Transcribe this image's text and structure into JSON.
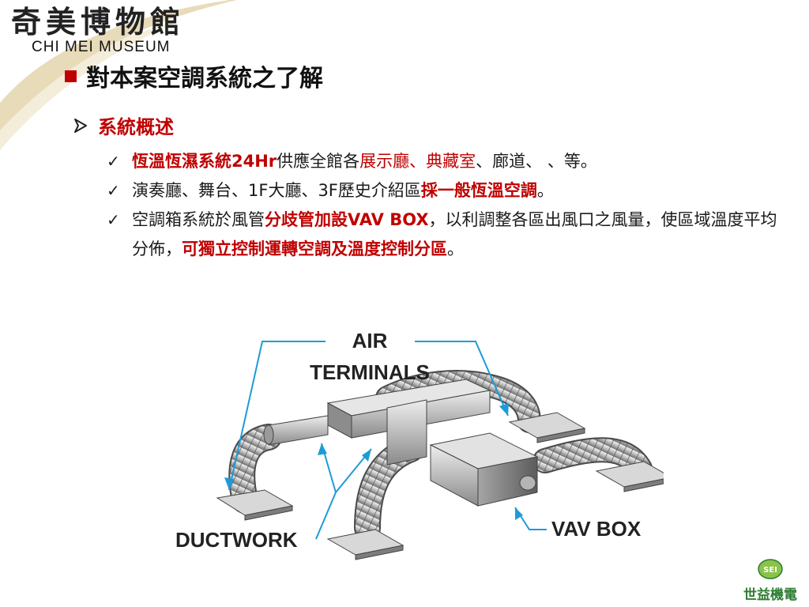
{
  "logo": {
    "cn": "奇美博物館",
    "en": "CHI MEI MUSEUM"
  },
  "title": "對本案空調系統之了解",
  "section": "系統概述",
  "bullets": [
    {
      "segments": [
        {
          "text": "恆溫恆濕系統24Hr",
          "style": "red-bold"
        },
        {
          "text": "供應全館各",
          "style": "normal"
        },
        {
          "text": "展示廳、典藏室",
          "style": "red"
        },
        {
          "text": "、廊道、 、等。",
          "style": "normal"
        }
      ]
    },
    {
      "segments": [
        {
          "text": "演奏廳、舞台、1F大廳、3F歷史介紹區",
          "style": "normal"
        },
        {
          "text": "採一般恆溫空調",
          "style": "red-bold"
        },
        {
          "text": "。",
          "style": "normal"
        }
      ]
    },
    {
      "segments": [
        {
          "text": "空調箱系統於風管",
          "style": "normal"
        },
        {
          "text": "分歧管加設VAV BOX",
          "style": "red-bold"
        },
        {
          "text": "，以利調整各區出風口之風量，使區域溫度平均分佈，",
          "style": "normal"
        },
        {
          "text": "可獨立控制運轉空調及溫度控制分區",
          "style": "red-bold"
        },
        {
          "text": "。",
          "style": "normal"
        }
      ]
    }
  ],
  "diagram": {
    "label_air_1": "AIR",
    "label_air_2": "TERMINALS",
    "label_ductwork": "DUCTWORK",
    "label_vav": "VAV BOX"
  },
  "brand": {
    "mark": "SEI",
    "name": "世益機電"
  },
  "icons": {
    "title_bullet": "red-square-icon",
    "section_bullet": "arrow-right-icon",
    "item_bullet": "check-icon"
  },
  "colors": {
    "accent": "#c00000",
    "callout": "#1e9bd7",
    "brand": "#2e7d32"
  }
}
